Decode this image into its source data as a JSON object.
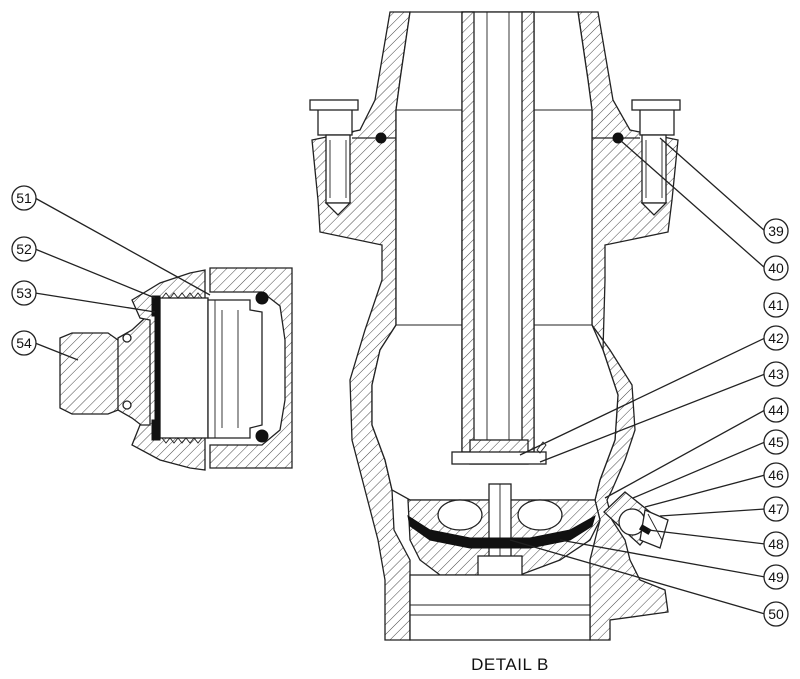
{
  "caption": "DETAIL B",
  "callouts_left": [
    "51",
    "52",
    "53",
    "54"
  ],
  "callouts_right": [
    "39",
    "40",
    "41",
    "42",
    "43",
    "44",
    "45",
    "46",
    "47",
    "48",
    "49",
    "50"
  ]
}
